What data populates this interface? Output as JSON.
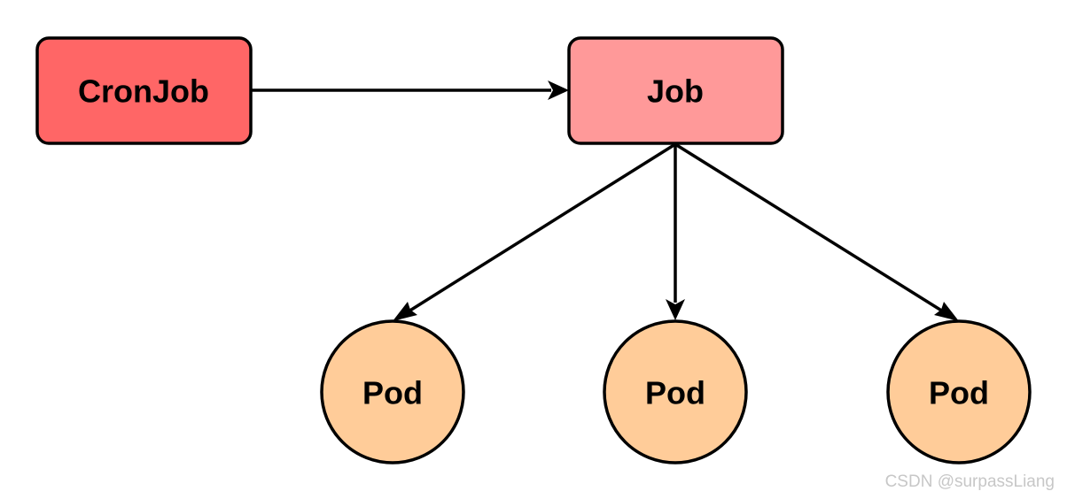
{
  "nodes": {
    "cronjob": {
      "label": "CronJob",
      "fill": "#ff6666"
    },
    "job": {
      "label": "Job",
      "fill": "#ff9999"
    },
    "pods": [
      {
        "label": "Pod",
        "fill": "#ffcc99"
      },
      {
        "label": "Pod",
        "fill": "#ffcc99"
      },
      {
        "label": "Pod",
        "fill": "#ffcc99"
      }
    ]
  },
  "edges": [
    {
      "from": "CronJob",
      "to": "Job"
    },
    {
      "from": "Job",
      "to": "Pod"
    },
    {
      "from": "Job",
      "to": "Pod"
    },
    {
      "from": "Job",
      "to": "Pod"
    }
  ],
  "colors": {
    "stroke": "#000000",
    "watermark": "#c7c7c7"
  },
  "watermark": "CSDN @surpassLiang"
}
